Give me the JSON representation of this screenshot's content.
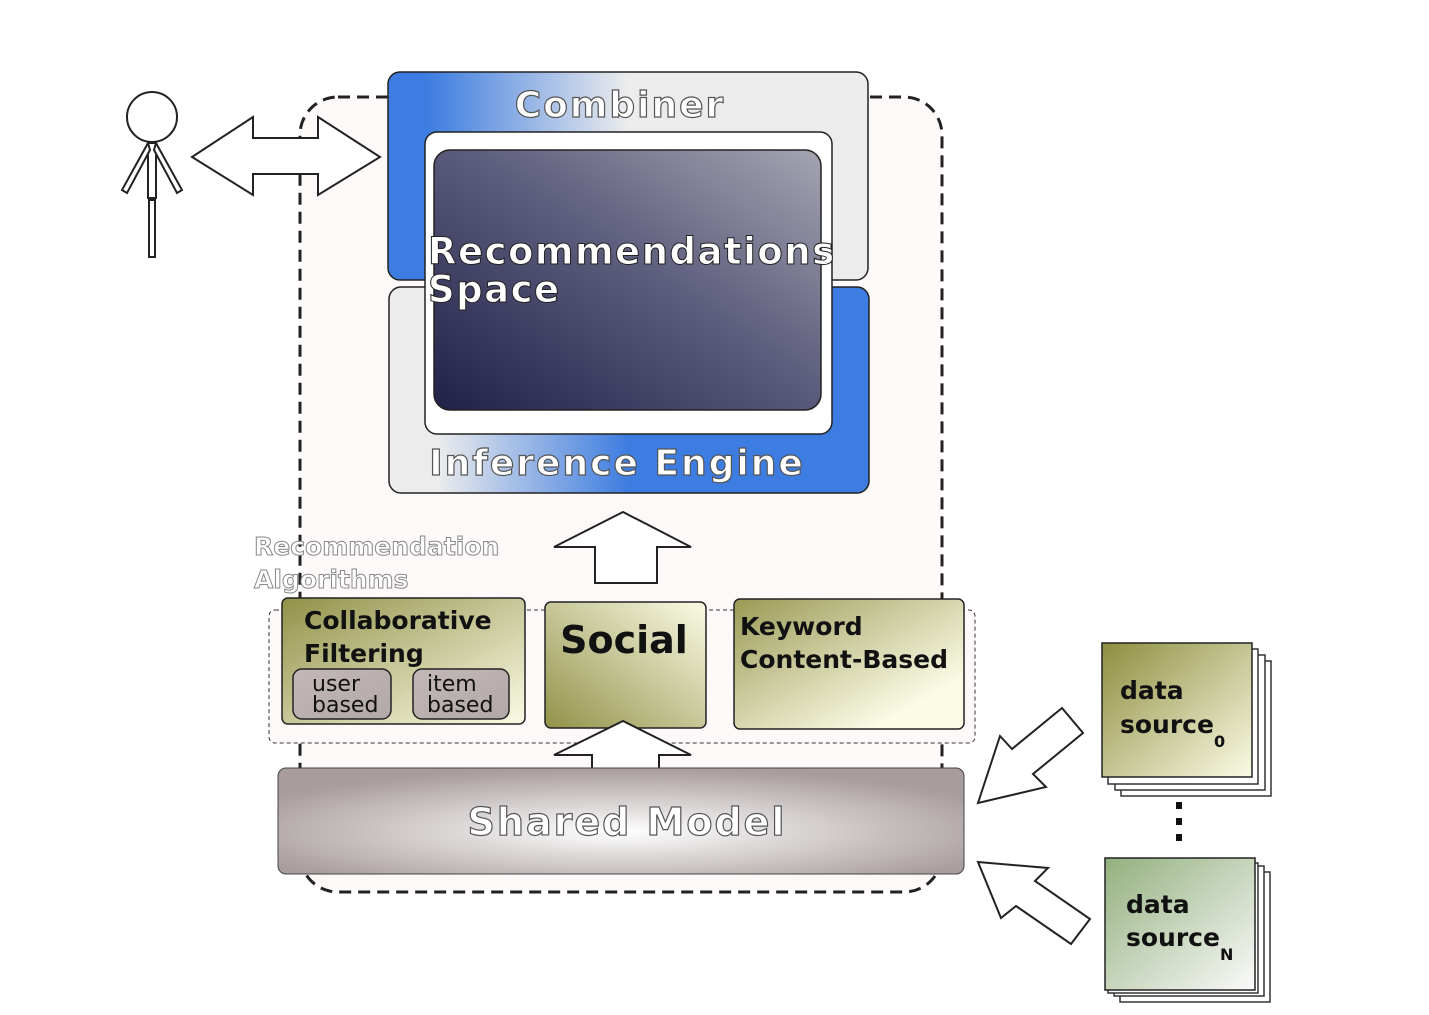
{
  "combiner": {
    "label": "Combiner"
  },
  "recommendations_space": {
    "line1": "Recommendations",
    "line2": "Space"
  },
  "inference_engine": {
    "label": "Inference Engine"
  },
  "recommendation_algorithms": {
    "line1": "Recommendation",
    "line2": "Algorithms"
  },
  "collaborative_filtering": {
    "line1": "Collaborative",
    "line2": "Filtering",
    "user_based": {
      "line1": "user",
      "line2": "based"
    },
    "item_based": {
      "line1": "item",
      "line2": "based"
    }
  },
  "social": {
    "label": "Social"
  },
  "keyword": {
    "line1": "Keyword",
    "line2": "Content-Based"
  },
  "shared_model": {
    "label": "Shared Model"
  },
  "data_source_0": {
    "line1": "data",
    "line2": "source",
    "subscript": "0"
  },
  "data_source_n": {
    "line1": "data",
    "line2": "source",
    "subscript": "N"
  },
  "colors": {
    "blue": "#3d7ce0",
    "dark_navy": "#22244a",
    "olive": "#9a9a55",
    "shared_model": "#a89c9c"
  }
}
